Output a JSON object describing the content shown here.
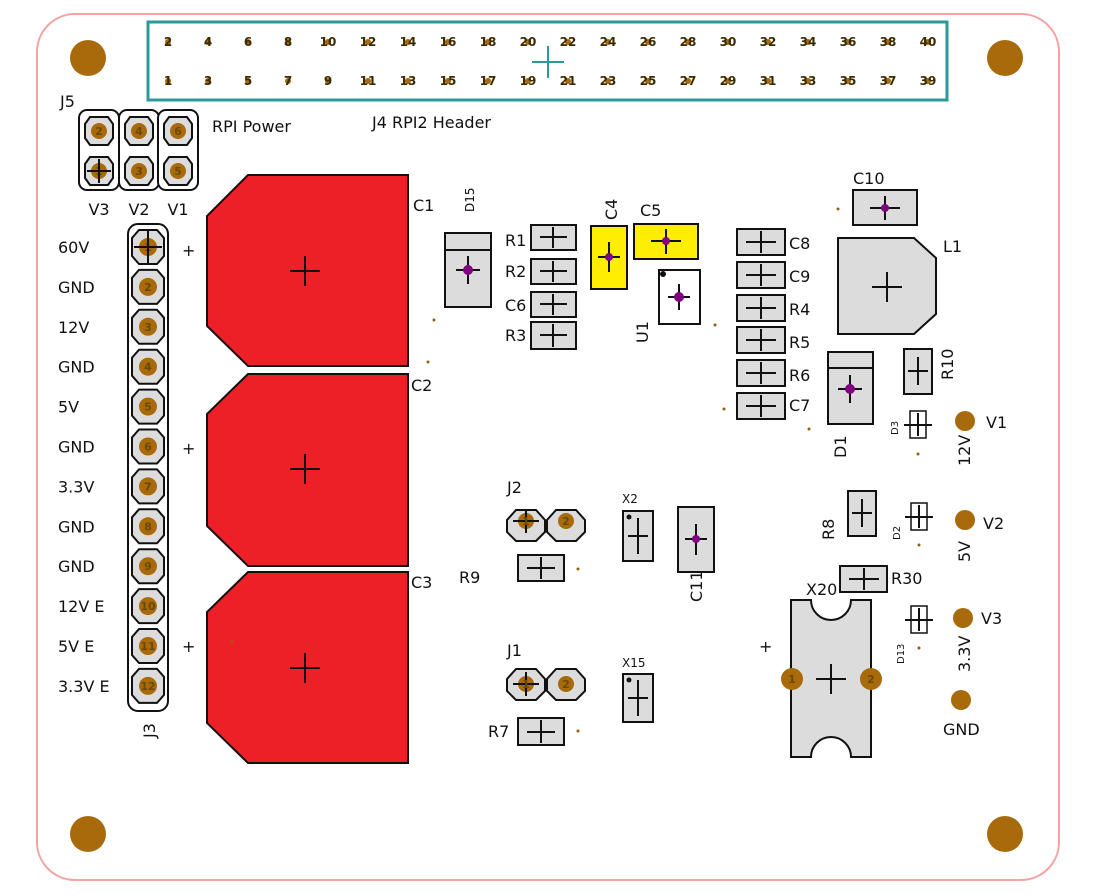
{
  "board": {
    "outline_color": "#f4a3a3",
    "header_color": "#2a9a9a",
    "cap_color": "#ee2027",
    "mount_color": "#a86a0a",
    "pad_color": "#dcdcdc",
    "highlight_color": "#ffee00"
  },
  "header_j4": {
    "label": "J4 RPI2 Header",
    "top_pins": [
      "2",
      "4",
      "6",
      "8",
      "10",
      "12",
      "14",
      "16",
      "18",
      "20",
      "22",
      "24",
      "26",
      "28",
      "30",
      "32",
      "34",
      "36",
      "38",
      "40"
    ],
    "bottom_pins": [
      "1",
      "3",
      "5",
      "7",
      "9",
      "11",
      "13",
      "15",
      "17",
      "19",
      "21",
      "23",
      "25",
      "27",
      "29",
      "31",
      "33",
      "35",
      "37",
      "39"
    ]
  },
  "j5": {
    "name": "J5",
    "title": "RPI Power",
    "top_pins": [
      "2",
      "4",
      "6"
    ],
    "bottom_pins": [
      "1",
      "3",
      "5"
    ],
    "columns": [
      "V3",
      "V2",
      "V1"
    ]
  },
  "j3": {
    "name": "J3",
    "pins": [
      {
        "num": "1",
        "label": "60V"
      },
      {
        "num": "2",
        "label": "GND"
      },
      {
        "num": "3",
        "label": "12V"
      },
      {
        "num": "4",
        "label": "GND"
      },
      {
        "num": "5",
        "label": "5V"
      },
      {
        "num": "6",
        "label": "GND"
      },
      {
        "num": "7",
        "label": "3.3V"
      },
      {
        "num": "8",
        "label": "GND"
      },
      {
        "num": "9",
        "label": "GND"
      },
      {
        "num": "10",
        "label": "12V E"
      },
      {
        "num": "11",
        "label": "5V E"
      },
      {
        "num": "12",
        "label": "3.3V E"
      }
    ]
  },
  "caps": {
    "c1": "C1",
    "c2": "C2",
    "c3": "C3",
    "plus": "+"
  },
  "components": {
    "d15": "D15",
    "r1": "R1",
    "r2": "R2",
    "c6": "C6",
    "r3": "R3",
    "c4": "C4",
    "c5": "C5",
    "u1": "U1",
    "c8": "C8",
    "c9": "C9",
    "r4": "R4",
    "r5": "R5",
    "r6": "R6",
    "c7": "C7",
    "c10": "C10",
    "l1": "L1",
    "d1": "D1",
    "r10": "R10",
    "d3": "D3",
    "r8": "R8",
    "d2": "D2",
    "r30": "R30",
    "x20": "X20",
    "d13": "D13",
    "j2": "J2",
    "j1": "J1",
    "r9": "R9",
    "r7": "R7",
    "x2": "X2",
    "x15": "X15",
    "c11": "C11"
  },
  "j2_pins": [
    "1",
    "2"
  ],
  "j1_pins": [
    "1",
    "2"
  ],
  "x20_pins": [
    "1",
    "2"
  ],
  "x20_plus": "+",
  "outputs": [
    {
      "name": "V1",
      "voltage": "12V"
    },
    {
      "name": "V2",
      "voltage": "5V"
    },
    {
      "name": "V3",
      "voltage": "3.3V"
    },
    {
      "name": "GND",
      "voltage": ""
    }
  ]
}
